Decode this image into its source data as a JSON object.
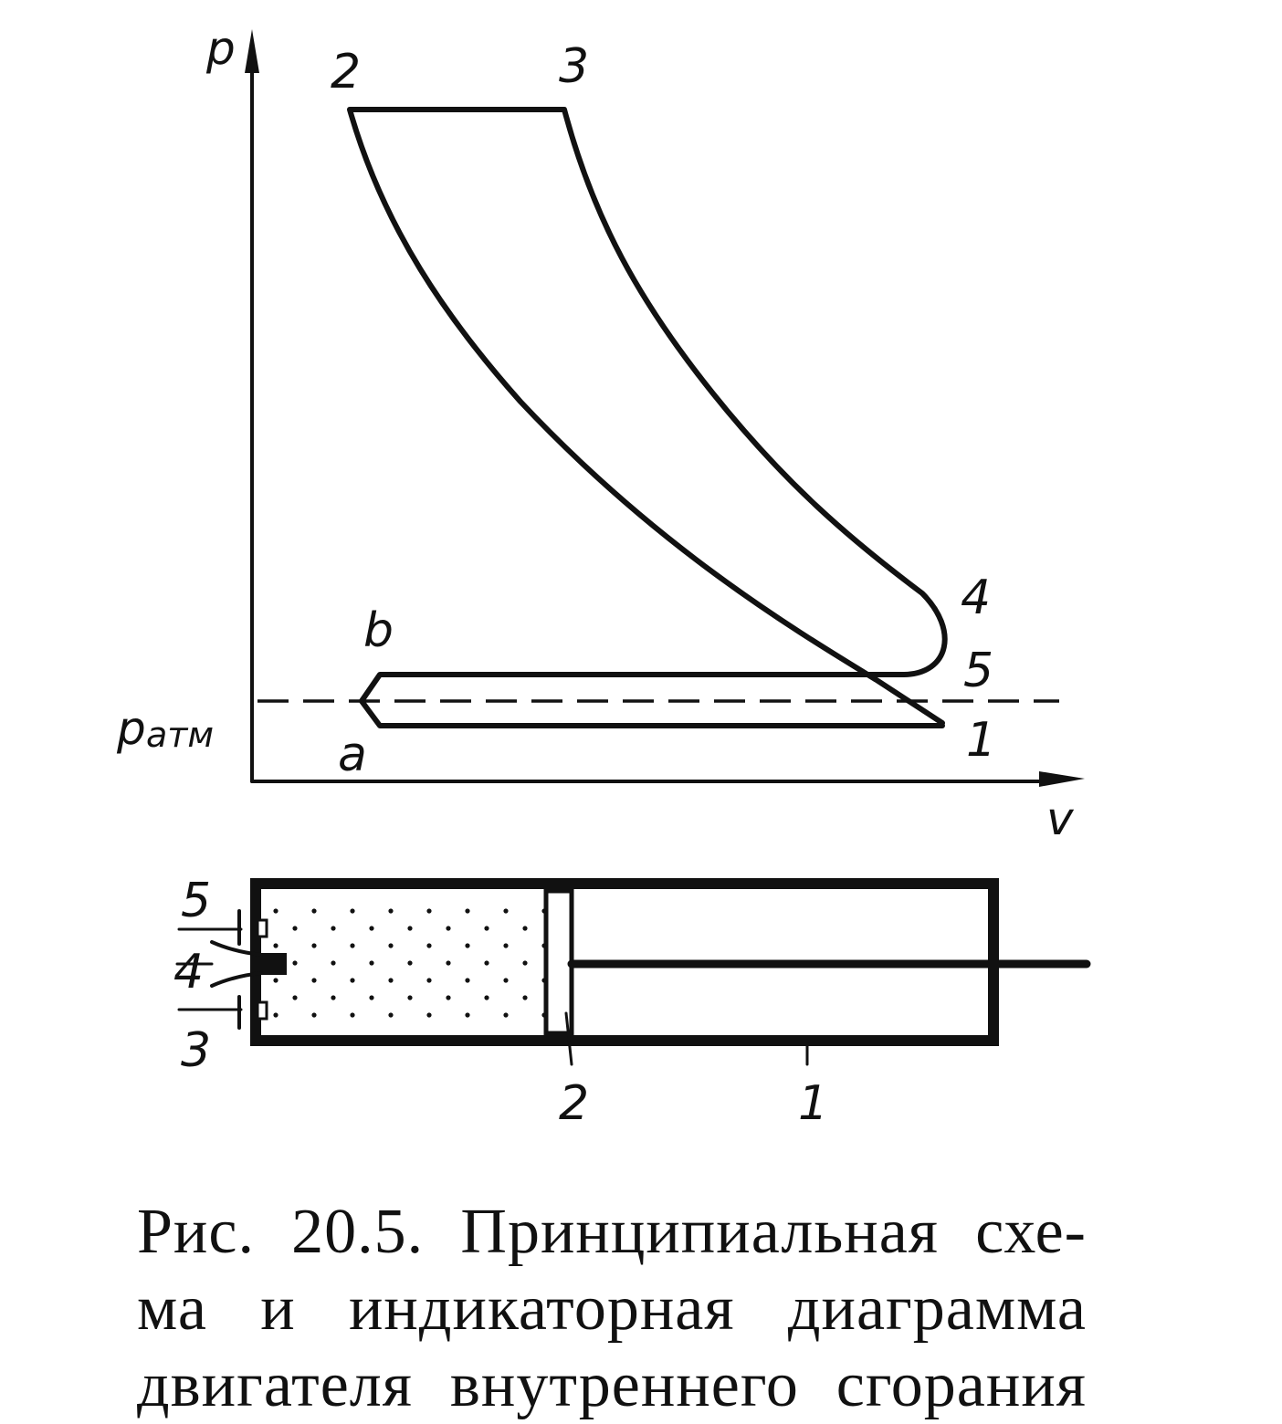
{
  "diagram": {
    "axes": {
      "y_label": "p",
      "x_label": "v",
      "atm_label_main": "p",
      "atm_label_sub": "атм"
    },
    "points": {
      "p2": "2",
      "p3": "3",
      "p4": "4",
      "p5": "5",
      "p1": "1",
      "pa": "a",
      "pb": "b"
    },
    "cylinder": {
      "part_1": "1",
      "part_2": "2",
      "part_3": "3",
      "part_4": "4",
      "part_5": "5"
    }
  },
  "caption": {
    "line1": "Рис. 20.5. Принципиальная схе-",
    "line2": "ма и индикаторная диаграмма",
    "line3": "двигателя внутреннего сгорания"
  }
}
